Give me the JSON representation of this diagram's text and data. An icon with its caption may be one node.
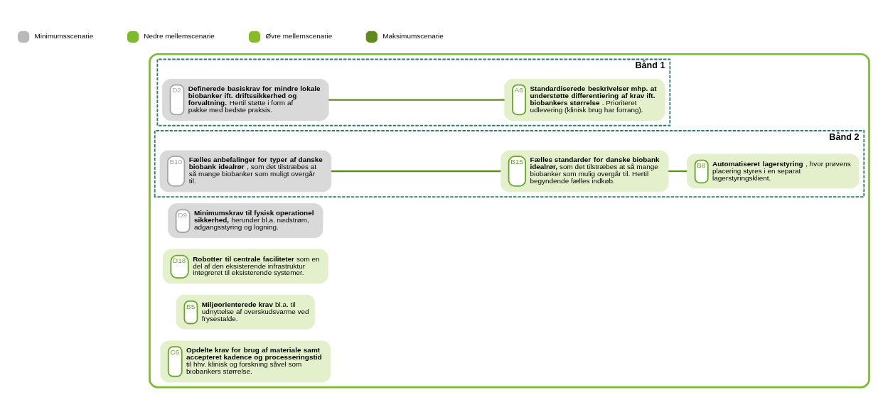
{
  "diagram": {
    "nodes": [
      {
        "text": [],
        "shape": "box"
      },
      {
        "text": [
          "Bånd 1"
        ],
        "in": 0
      },
      {
        "text": [
          "D2",
          "**Definerede basiskrav for mindre lokale biobanker ift. driftssikkerhed og forvaltning.** Hertil støtte i form af pakke med bedste praksis."
        ],
        "in": 1
      },
      {
        "text": [
          "A6",
          "**Standardiserede beskrivelser mhp. at understøtte differentiering af krav ift. biobankers størrelse**. Prioriteret udlevering (klinisk brug har forrang)."
        ],
        "in": 1
      },
      {
        "text": [
          "D9",
          "**Minimumskrav til fysisk operationel sikkerhed,** herunder bl.a. nødstrøm, adgangsstyring og logning."
        ],
        "in": 0
      },
      {
        "text": [
          "Bånd 2"
        ],
        "in": 0
      },
      {
        "text": [
          "B10",
          "**Fælles anbefalinger for typer af danske biobank idealrør**, som det tilstræbes at så mange biobanker som muligt overgår til."
        ],
        "in": 5
      },
      {
        "text": [
          "B15",
          "**Fælles standarder for danske biobank idealrør,** som det tilstræbes at så mange biobanker som mulig overgår til. Hertil begyndende fælles indkøb."
        ],
        "in": 5
      },
      {
        "text": [
          "B8",
          "**Automatiseret lagerstyring**, hvor prøvens placering styres i en separat lagerstyringsklient."
        ],
        "in": 5
      },
      {
        "text": [
          "D18",
          "**Robotter til centrale faciliteter** som en del af den eksisterende infrastruktur integreret til eksisterende systemer."
        ],
        "in": 0
      },
      {
        "text": [
          "B5",
          "**Miljøorienterede krav** bl.a. til udnyttelse af overskudsvarme ved frysestalde."
        ],
        "in": 0
      },
      {
        "text": [
          "C6",
          "**Opdelte krav for brug af materiale samt accepteret kadence og processeringstid** til hhv. klinisk og forskning såvel som biobankers størrelse."
        ],
        "in": 0
      }
    ],
    "edges": [
      {
        "from": 2,
        "to": 3,
        "arrow": "none"
      },
      {
        "from": 6,
        "to": 7,
        "arrow": "none"
      },
      {
        "from": 7,
        "to": 8,
        "arrow": "none"
      }
    ],
    "legend": [
      {
        "text": "Minimumsscenarie",
        "color": "#b7b9bb"
      },
      {
        "text": "Nedre mellemscenarie",
        "color": "#7cbb2c"
      },
      {
        "text": "Øvre mellemscenarie",
        "color": "#86bc25"
      },
      {
        "text": "Maksimumscenarie",
        "color": "#5e8a1e"
      }
    ]
  }
}
